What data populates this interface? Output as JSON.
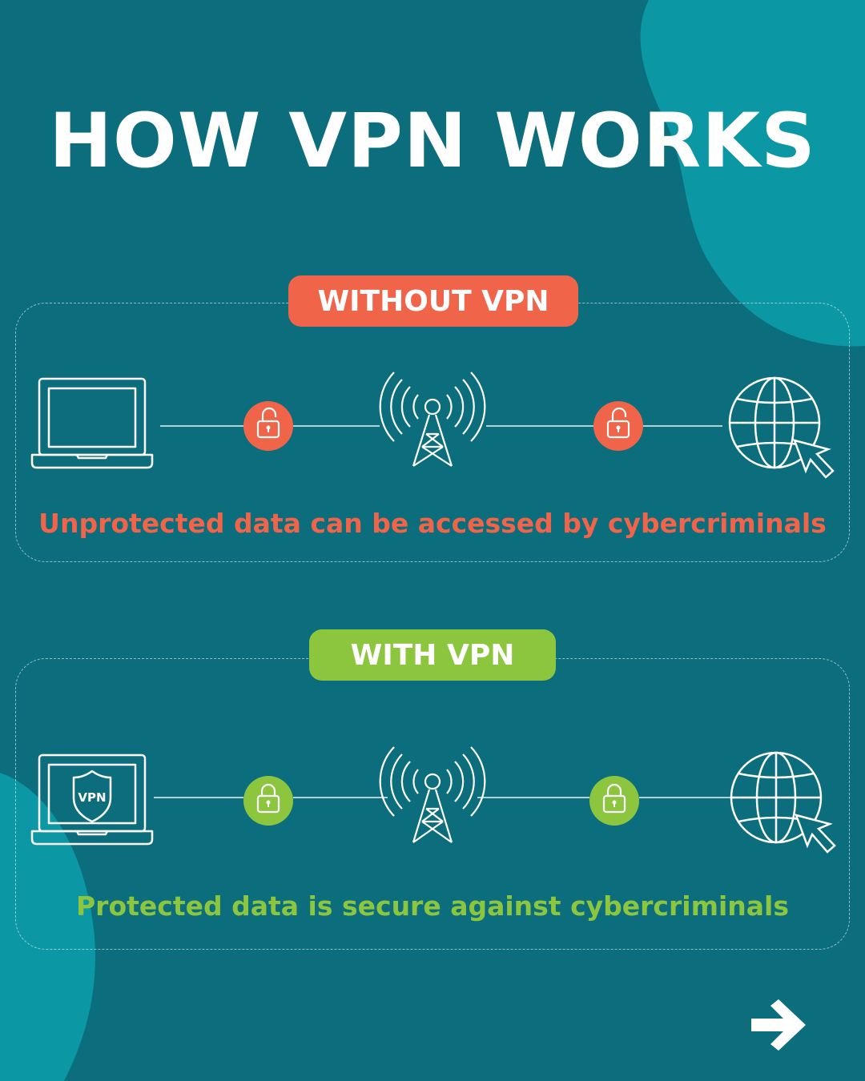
{
  "title": "HOW VPN WORKS",
  "colors": {
    "background": "#0c6e7d",
    "blob": "#0b97a3",
    "unprotected": "#f06449",
    "protected": "#8cc63f",
    "line": "#ffffff"
  },
  "sections": [
    {
      "badge": "WITHOUT VPN",
      "caption": "Unprotected data can be accessed by cybercriminals",
      "icons": [
        "laptop-icon",
        "unlocked-padlock-icon",
        "radio-tower-icon",
        "unlocked-padlock-icon",
        "globe-cursor-icon"
      ]
    },
    {
      "badge": "WITH VPN",
      "caption": "Protected data is secure against cybercriminals",
      "laptop_shield_text": "VPN",
      "icons": [
        "laptop-shield-icon",
        "locked-padlock-icon",
        "radio-tower-icon",
        "locked-padlock-icon",
        "globe-cursor-icon"
      ]
    }
  ],
  "next_icon": "arrow-right-icon"
}
